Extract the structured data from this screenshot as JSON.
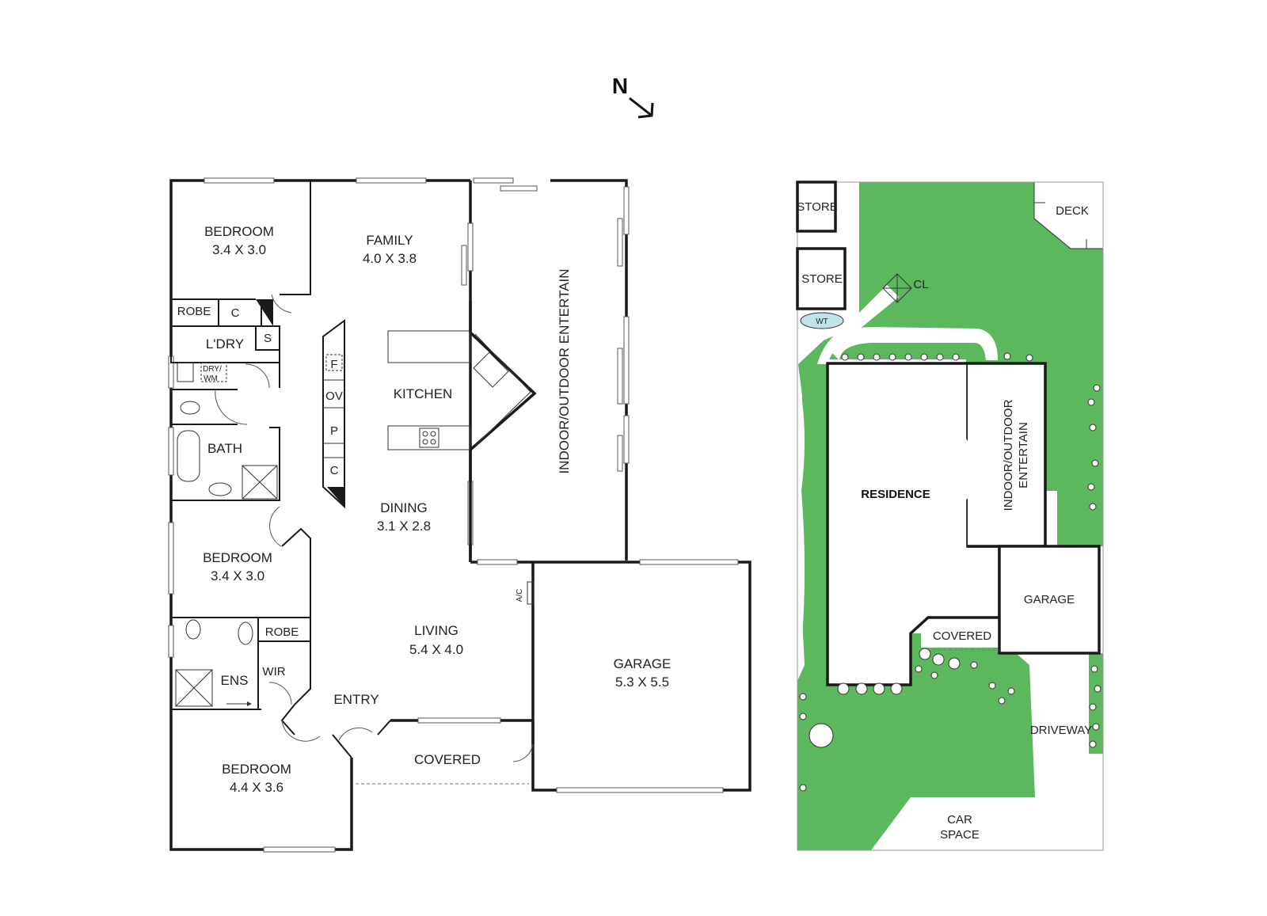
{
  "compass": {
    "label": "N"
  },
  "floor_plan": {
    "rooms": {
      "bedroom1": {
        "name": "BEDROOM",
        "size": "3.4 X 3.0"
      },
      "family": {
        "name": "FAMILY",
        "size": "4.0 X 3.8"
      },
      "robe1": {
        "name": "ROBE"
      },
      "c1": {
        "name": "C"
      },
      "s": {
        "name": "S"
      },
      "ldry": {
        "name": "L'DRY"
      },
      "drywm1": {
        "name": "DRY/"
      },
      "drywm2": {
        "name": "WM"
      },
      "bath": {
        "name": "BATH"
      },
      "kitchen": {
        "name": "KITCHEN"
      },
      "fridge": {
        "name": "F"
      },
      "oven": {
        "name": "OV"
      },
      "pantry": {
        "name": "P"
      },
      "c2": {
        "name": "C"
      },
      "dining": {
        "name": "DINING",
        "size": "3.1 X 2.8"
      },
      "bedroom2": {
        "name": "BEDROOM",
        "size": "3.4 X 3.0"
      },
      "robe2": {
        "name": "ROBE"
      },
      "wir": {
        "name": "WIR"
      },
      "ens": {
        "name": "ENS"
      },
      "living": {
        "name": "LIVING",
        "size": "5.4 X 4.0"
      },
      "entry": {
        "name": "ENTRY"
      },
      "ac": {
        "name": "A/C"
      },
      "garage": {
        "name": "GARAGE",
        "size": "5.3 X 5.5"
      },
      "covered": {
        "name": "COVERED"
      },
      "bedroom3": {
        "name": "BEDROOM",
        "size": "4.4 X 3.6"
      },
      "entertain": {
        "name": "INDOOR/OUTDOOR ENTERTAIN"
      }
    }
  },
  "site_plan": {
    "store1": "STORE",
    "store2": "STORE",
    "deck": "DECK",
    "cl": "CL",
    "wt": "WT",
    "residence": "RESIDENCE",
    "entertain_line1": "INDOOR/OUTDOOR",
    "entertain_line2": "ENTERTAIN",
    "garage": "GARAGE",
    "covered": "COVERED",
    "driveway": "DRIVEWAY",
    "car_space_line1": "CAR",
    "car_space_line2": "SPACE"
  },
  "colors": {
    "lawn": "#5cb85c",
    "wall": "#1a1a1a"
  }
}
